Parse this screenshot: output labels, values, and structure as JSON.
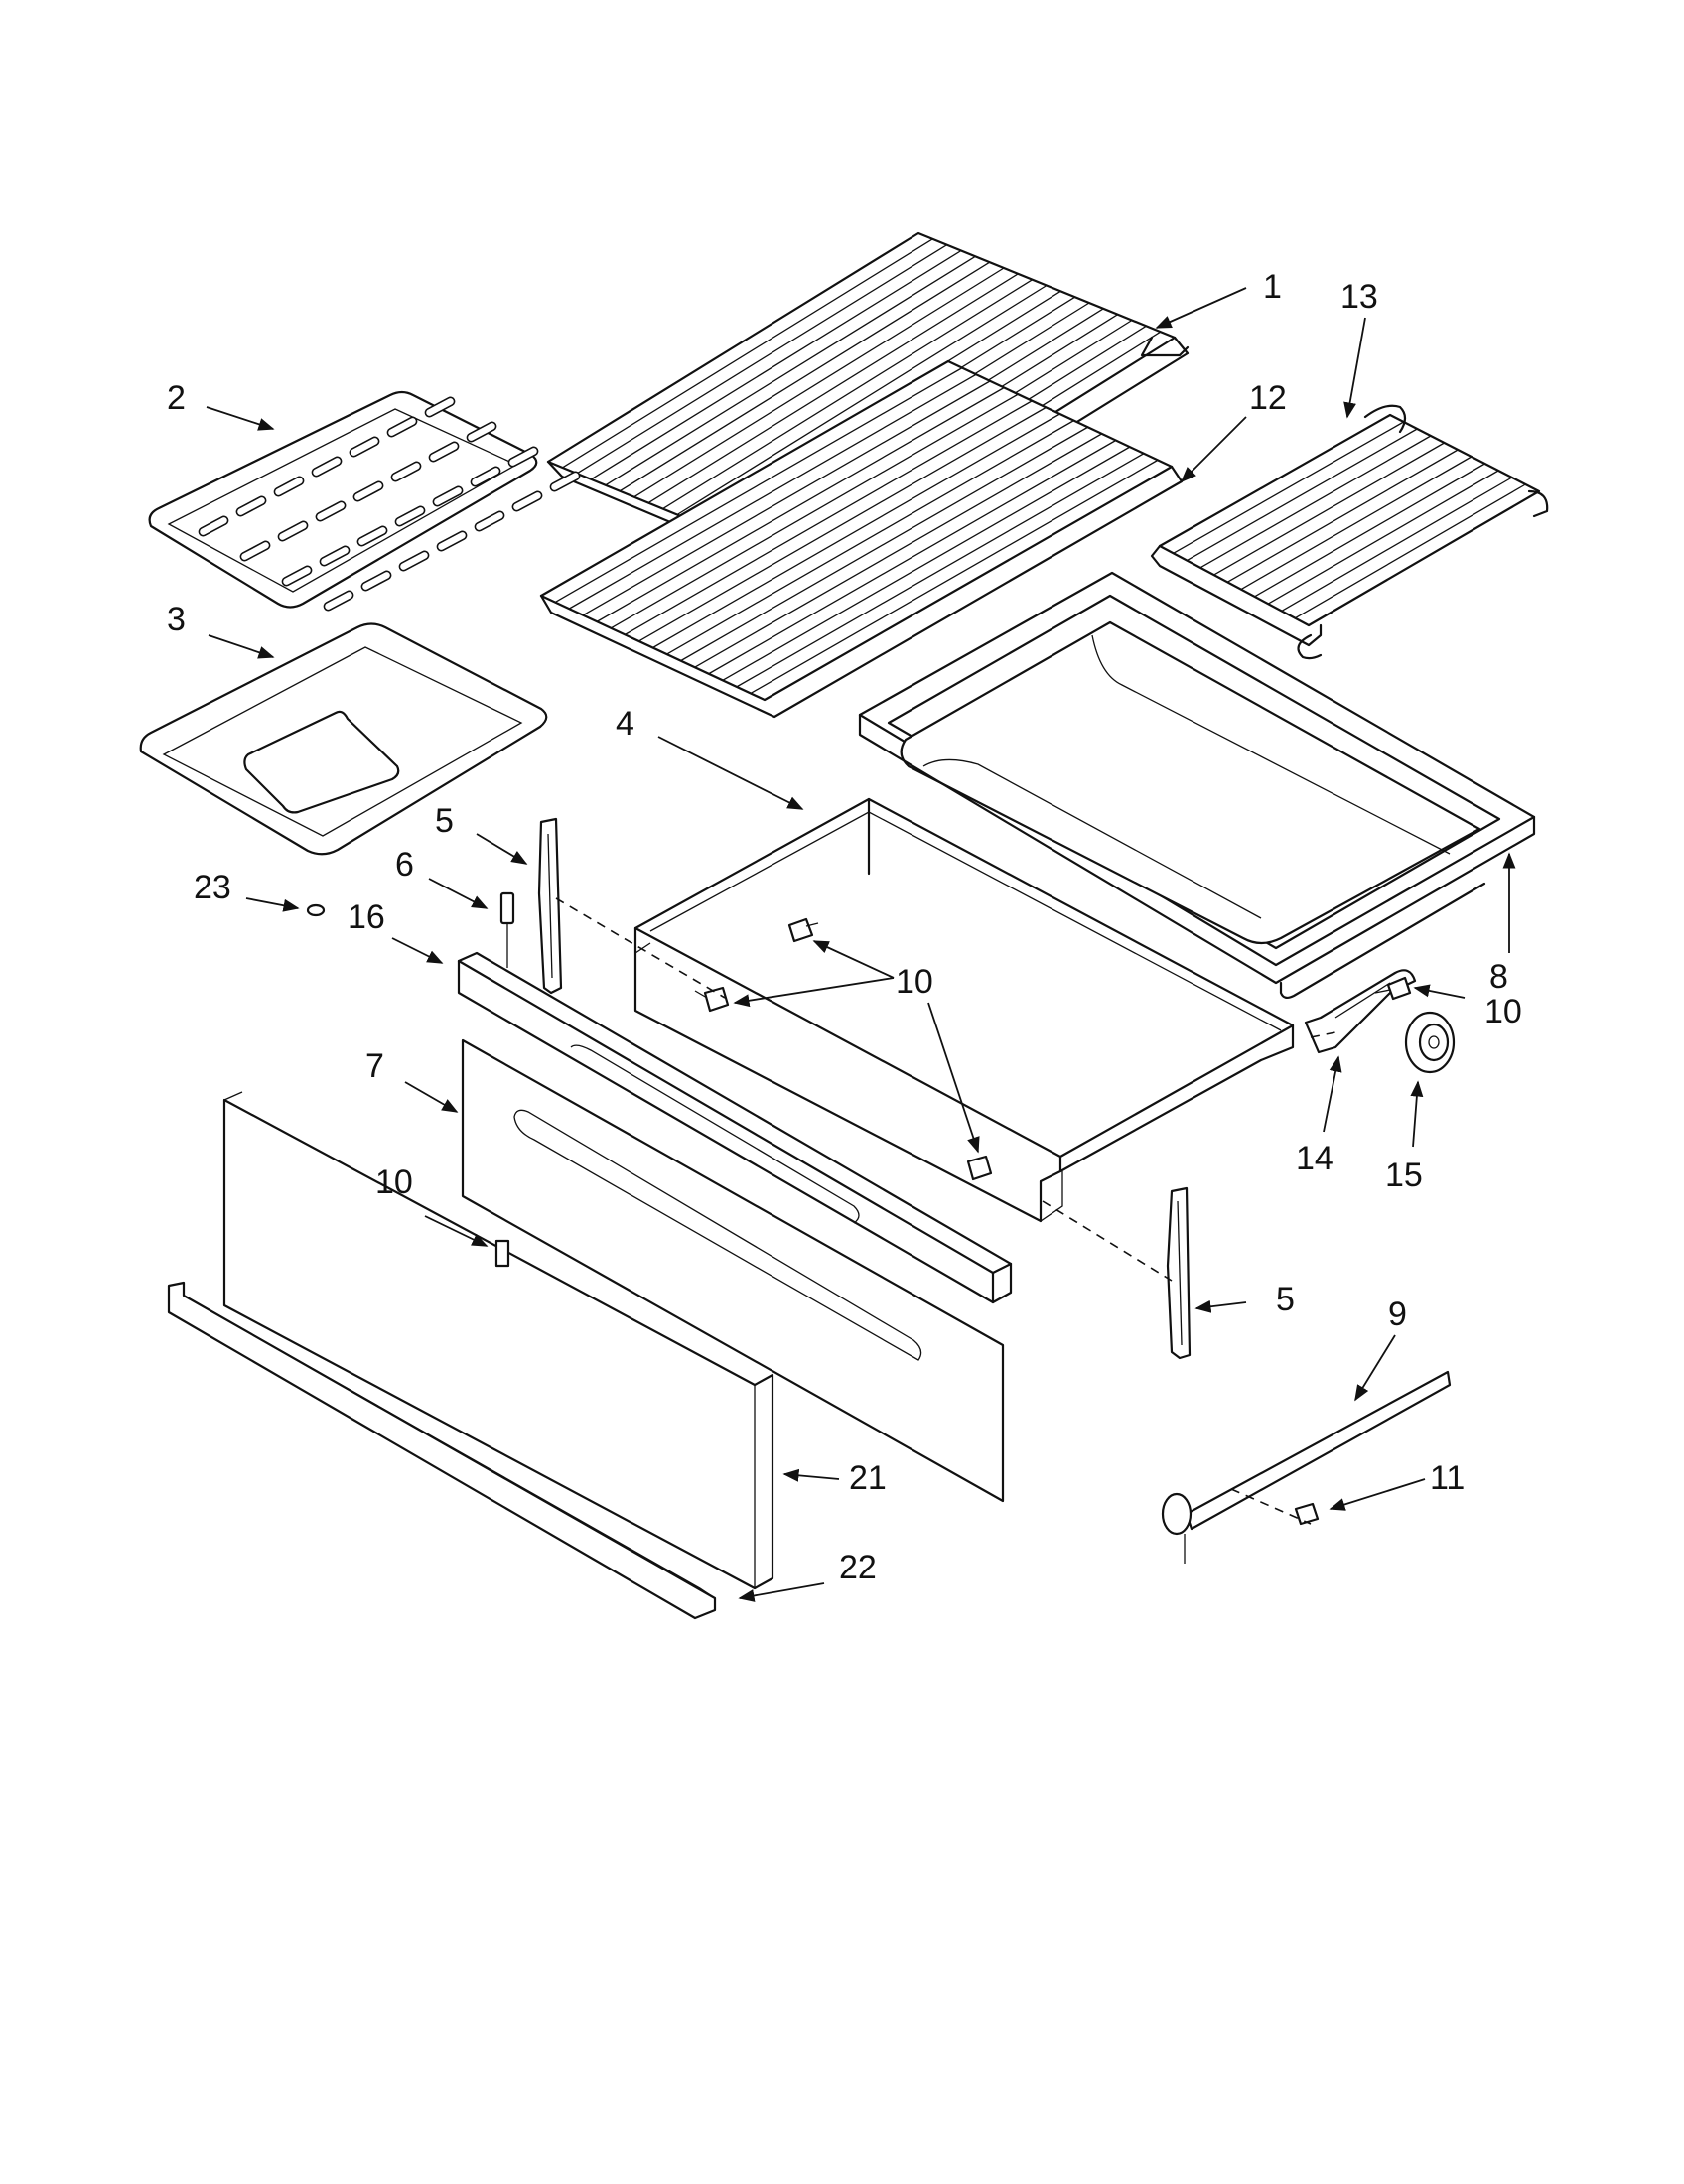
{
  "callouts": [
    {
      "id": "c1",
      "label": "1"
    },
    {
      "id": "c2",
      "label": "2"
    },
    {
      "id": "c3",
      "label": "3"
    },
    {
      "id": "c4",
      "label": "4"
    },
    {
      "id": "c5a",
      "label": "5"
    },
    {
      "id": "c5b",
      "label": "5"
    },
    {
      "id": "c6",
      "label": "6"
    },
    {
      "id": "c7",
      "label": "7"
    },
    {
      "id": "c8",
      "label": "8"
    },
    {
      "id": "c9",
      "label": "9"
    },
    {
      "id": "c10a",
      "label": "10"
    },
    {
      "id": "c10b",
      "label": "10"
    },
    {
      "id": "c10c",
      "label": "10"
    },
    {
      "id": "c11",
      "label": "11"
    },
    {
      "id": "c12",
      "label": "12"
    },
    {
      "id": "c13",
      "label": "13"
    },
    {
      "id": "c14",
      "label": "14"
    },
    {
      "id": "c15",
      "label": "15"
    },
    {
      "id": "c16",
      "label": "16"
    },
    {
      "id": "c21",
      "label": "21"
    },
    {
      "id": "c22",
      "label": "22"
    },
    {
      "id": "c23",
      "label": "23"
    }
  ]
}
